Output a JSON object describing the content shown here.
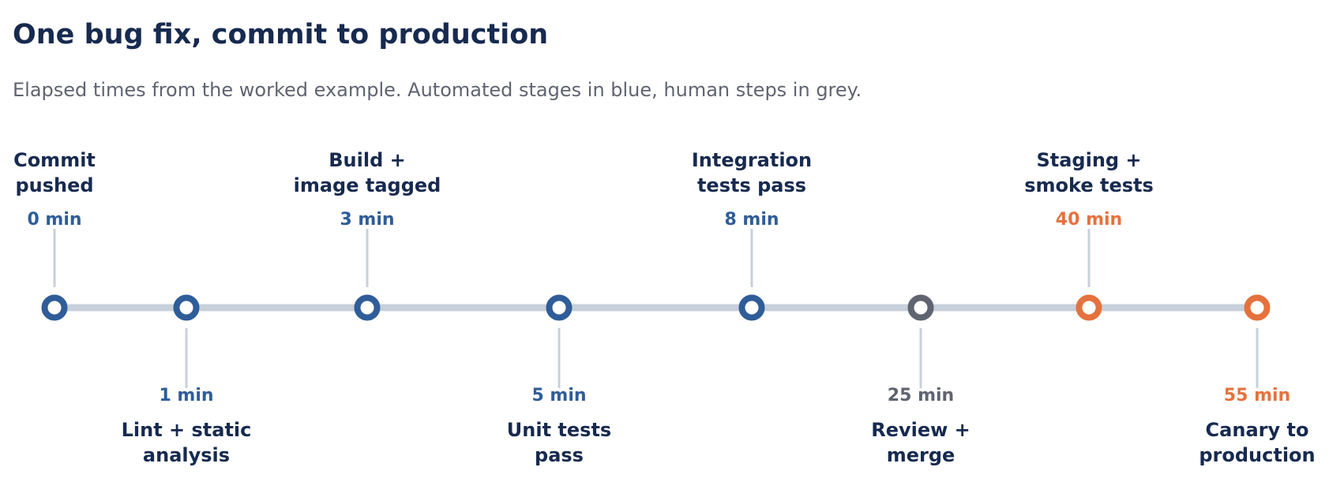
{
  "title": "One bug fix, commit to production",
  "subtitle": "Elapsed times from the worked example. Automated stages in blue, human steps in grey.",
  "colors": {
    "automated": "#2f5d99",
    "human": "#5f6470",
    "release": "#e5723d",
    "track": "#c8d0da",
    "label": "#172a4f"
  },
  "stages": [
    {
      "label": [
        "Commit",
        "pushed"
      ],
      "time": "0 min",
      "kind": "automated"
    },
    {
      "label": [
        "Lint + static",
        "analysis"
      ],
      "time": "1 min",
      "kind": "automated"
    },
    {
      "label": [
        "Build +",
        "image tagged"
      ],
      "time": "3 min",
      "kind": "automated"
    },
    {
      "label": [
        "Unit tests",
        "pass"
      ],
      "time": "5 min",
      "kind": "automated"
    },
    {
      "label": [
        "Integration",
        "tests pass"
      ],
      "time": "8 min",
      "kind": "automated"
    },
    {
      "label": [
        "Review +",
        "merge"
      ],
      "time": "25 min",
      "kind": "human"
    },
    {
      "label": [
        "Staging +",
        "smoke tests"
      ],
      "time": "40 min",
      "kind": "release"
    },
    {
      "label": [
        "Canary to",
        "production"
      ],
      "time": "55 min",
      "kind": "release"
    }
  ]
}
